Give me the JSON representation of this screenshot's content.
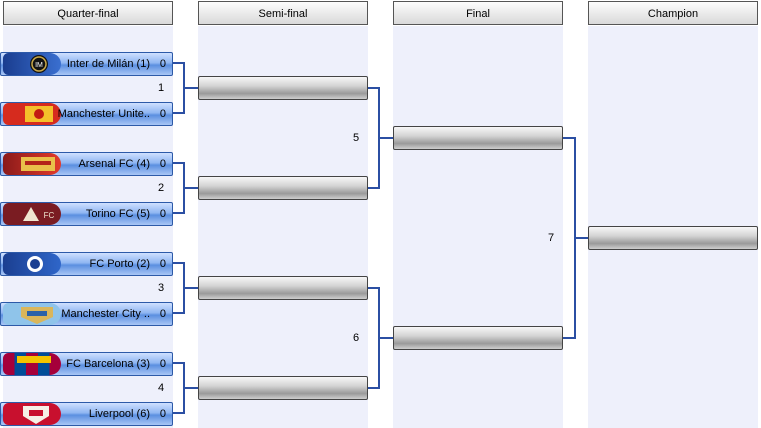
{
  "rounds": [
    "Quarter-final",
    "Semi-final",
    "Final",
    "Champion"
  ],
  "teams": [
    {
      "name": "Inter de Milán (1)",
      "score": "0",
      "logo": "inter-logo"
    },
    {
      "name": "Manchester Unite..",
      "score": "0",
      "logo": "man-utd-logo"
    },
    {
      "name": "Arsenal FC (4)",
      "score": "0",
      "logo": "arsenal-logo"
    },
    {
      "name": "Torino FC (5)",
      "score": "0",
      "logo": "torino-logo"
    },
    {
      "name": "FC Porto (2)",
      "score": "0",
      "logo": "porto-logo"
    },
    {
      "name": "Manchester City ..",
      "score": "0",
      "logo": "man-city-logo"
    },
    {
      "name": "FC Barcelona (3)",
      "score": "0",
      "logo": "barcelona-logo"
    },
    {
      "name": "Liverpool (6)",
      "score": "0",
      "logo": "liverpool-logo"
    }
  ],
  "matches": [
    "1",
    "2",
    "3",
    "4",
    "5",
    "6",
    "7"
  ],
  "colors": {
    "connector": "#2b4fa3",
    "column_bg": "#eef0fb"
  }
}
